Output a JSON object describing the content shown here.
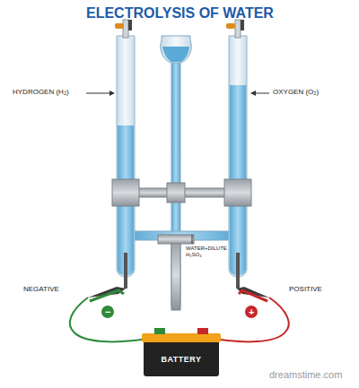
{
  "diagram": {
    "title": "ELECTROLYSIS OF WATER",
    "nodes": [
      {
        "text": [
          "BATTERY"
        ]
      }
    ],
    "labels": [
      "HYDROGEN (H₂)",
      "OXYGEN (O₂)",
      "WATER+DILUTE H₂SO₄",
      "NEGATIVE",
      "POSITIVE",
      "−",
      "+",
      "dreamstime.com"
    ]
  }
}
